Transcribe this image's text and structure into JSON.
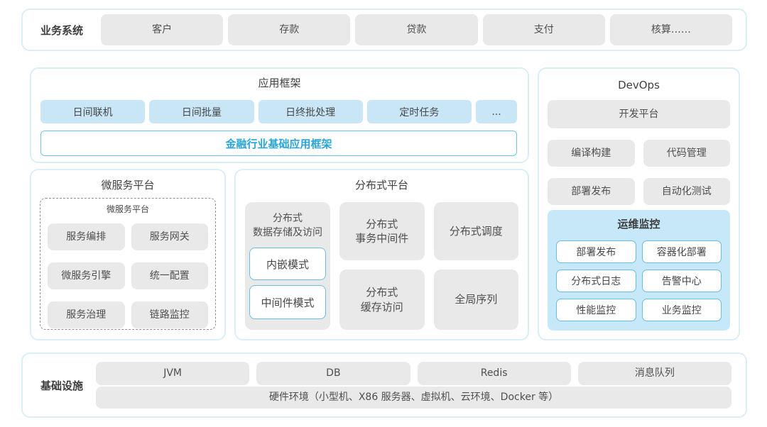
{
  "business_systems": {
    "label": "业务系统",
    "items": [
      "客户",
      "存款",
      "贷款",
      "支付",
      "核算……"
    ]
  },
  "app_framework": {
    "title": "应用框架",
    "modules": [
      "日间联机",
      "日间批量",
      "日终批处理",
      "定时任务"
    ],
    "more": "...",
    "base": "金融行业基础应用框架"
  },
  "microservice_platform": {
    "title": "微服务平台",
    "inner_title": "微服务平台",
    "items": [
      "服务编排",
      "服务网关",
      "微服务引擎",
      "统一配置",
      "服务治理",
      "链路监控"
    ]
  },
  "distributed_platform": {
    "title": "分布式平台",
    "storage_title": "分布式\n数据存储及访问",
    "storage_modes": [
      "内嵌模式",
      "中间件模式"
    ],
    "cells": [
      "分布式\n事务中间件",
      "分布式调度",
      "分布式\n缓存访问",
      "全局序列"
    ]
  },
  "devops": {
    "title": "DevOps",
    "dev_platform": "开发平台",
    "tools": [
      "编译构建",
      "代码管理",
      "部署发布",
      "自动化测试"
    ],
    "monitor": {
      "title": "运维监控",
      "items": [
        "部署发布",
        "容器化部署",
        "分布式日志",
        "告警中心",
        "性能监控",
        "业务监控"
      ]
    }
  },
  "infrastructure": {
    "label": "基础设施",
    "items": [
      "JVM",
      "DB",
      "Redis",
      "消息队列"
    ],
    "hardware": "硬件环境（小型机、X86 服务器、虚拟机、云环境、Docker 等）"
  },
  "colors": {
    "accent_blue_text": "#2ba5d8",
    "light_blue_fill": "#c9e6f7",
    "monitor_fill": "#c6e8f8",
    "panel_border": "#daeef8",
    "white_button_border": "#66c0e2",
    "gray_fill": "#e9e9e9",
    "text_dark": "#4a4a4a"
  }
}
